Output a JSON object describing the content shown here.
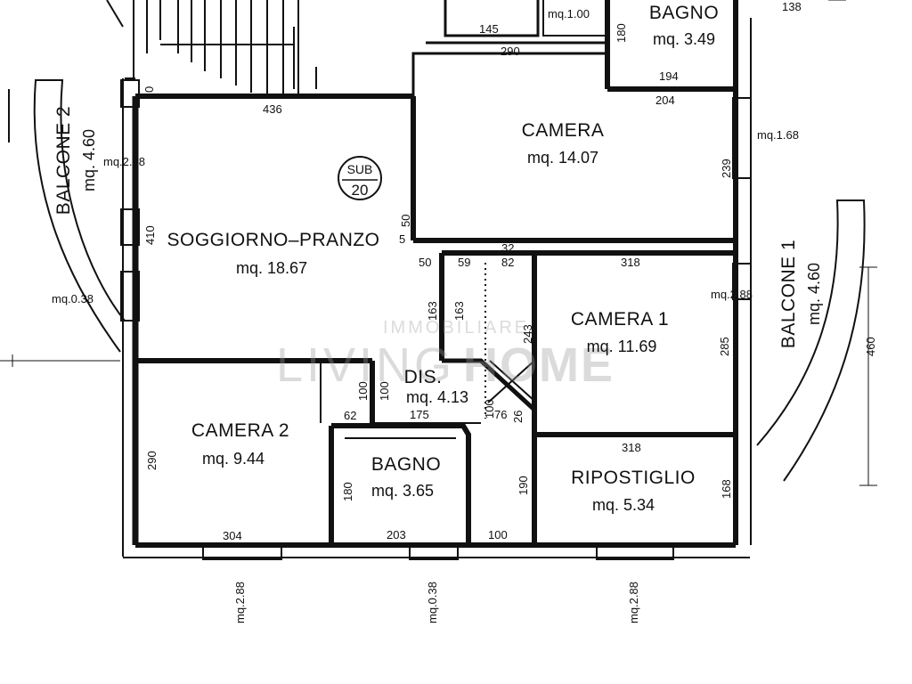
{
  "rooms": {
    "soggiorno": {
      "name": "SOGGIORNO–PRANZO",
      "area": "mq.  18.67"
    },
    "camera": {
      "name": "CAMERA",
      "area": "mq.  14.07"
    },
    "camera1": {
      "name": "CAMERA  1",
      "area": "mq.  11.69"
    },
    "camera2": {
      "name": "CAMERA  2",
      "area": "mq.  9.44"
    },
    "bagno_top": {
      "name": "BAGNO",
      "area": "mq.  3.49"
    },
    "bagno": {
      "name": "BAGNO",
      "area": "mq.  3.65"
    },
    "dis": {
      "name": "DIS.",
      "area": "mq.  4.13"
    },
    "ripostiglio": {
      "name": "RIPOSTIGLIO",
      "area": "mq.  5.34"
    }
  },
  "balconies": {
    "balcone1": {
      "name": "BALCONE  1",
      "area": "mq.  4.60"
    },
    "balcone2": {
      "name": "BALCONE  2",
      "area": "mq.  4.60"
    }
  },
  "sub": {
    "top": "SUB",
    "bottom": "20"
  },
  "watermark": {
    "top": "IMMOBILIARE",
    "left": "LIVING",
    "right": "HOME"
  },
  "window_areas": {
    "w_balc2": "mq.2.88",
    "w_left": "mq.0.38",
    "w_right_top": "mq.1.68",
    "w_balc1": "mq.2.88",
    "w_top": "mq.1.00",
    "w_bottom_left": "mq.2.88",
    "w_bottom_mid": "mq.0.38",
    "w_bottom_right": "mq.2.88"
  },
  "dimensions": {
    "d436": "436",
    "d410": "410",
    "d50a": "50",
    "d5": "5",
    "d50b": "50",
    "d163a": "163",
    "d163b": "163",
    "d59": "59",
    "d82": "82",
    "d32": "32",
    "d318a": "318",
    "d243": "243",
    "d285": "285",
    "d204": "204",
    "d239": "239",
    "d194": "194",
    "d180": "180",
    "d290top": "290",
    "d145": "145",
    "d138": "138",
    "d0": "0",
    "d100a": "100",
    "d100b": "100",
    "d100c": "100",
    "d62": "62",
    "d175": "175",
    "d76": "76",
    "d26": "26",
    "d290": "290",
    "d304": "304",
    "d180b": "180",
    "d203": "203",
    "d190": "190",
    "d100d": "100",
    "d318b": "318",
    "d168": "168",
    "d460": "460"
  }
}
